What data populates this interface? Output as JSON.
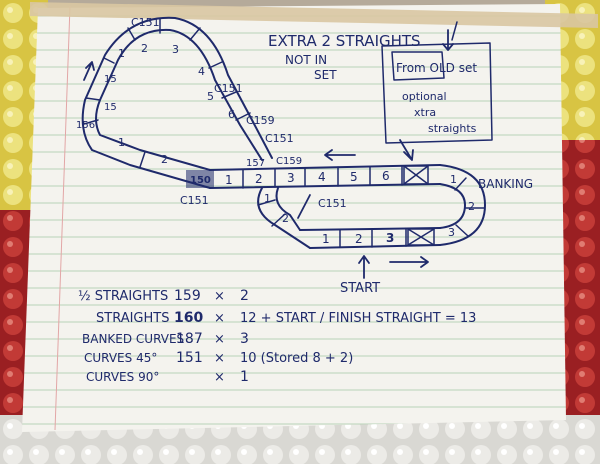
{
  "colors": {
    "background_bubble_yellow": "#e4d35a",
    "background_bubble_red": "#b32b2b",
    "carpet": "#b5aa9a",
    "paper": "#f4f3ee",
    "ink": "#1f2a6b",
    "tape": "#d9c7a2"
  },
  "note": {
    "extra_title": "EXTRA 2 STRAIGHTS",
    "not_in": "NOT IN",
    "set": "SET",
    "from_old_set": "From OLD set",
    "optional": "optional",
    "xtra": "xtra",
    "straights_small": "straights",
    "banking": "BANKING",
    "start": "START"
  },
  "track_labels": {
    "c151_a": "C151",
    "c151_b": "C151",
    "c159": "C159",
    "c151_c": "C151",
    "c151_d": "C151",
    "c159_b": "C159",
    "c151_e": "C151",
    "n156": "156",
    "n150": "150",
    "n157": "157",
    "n1": "1",
    "n2": "2",
    "n3": "3",
    "n4": "4",
    "n5": "5",
    "n6": "6",
    "left_1": "1",
    "left_2": "2",
    "top_1": "1",
    "top_2": "2",
    "top_3": "3",
    "top_4": "4",
    "top_5": "5",
    "top_6": "6",
    "bank_1": "1",
    "bank_2": "2",
    "bank_3": "3",
    "bottom_1": "1",
    "bottom_2": "2",
    "bottom_3": "3",
    "inner_1": "1",
    "inner_2": "2",
    "side_15a": "15",
    "side_15b": "15"
  },
  "parts_list": [
    {
      "name": "½ STRAIGHTS",
      "code": "159",
      "sign": "×",
      "qty": "2"
    },
    {
      "name": "STRAIGHTS",
      "code": "160",
      "sign": "×",
      "qty": "12 + START / FINISH STRAIGHT = 13"
    },
    {
      "name": "BANKED CURVES",
      "code": "187",
      "sign": "×",
      "qty": "3"
    },
    {
      "name": "CURVES 45°",
      "code": "151",
      "sign": "×",
      "qty": "10  (Stored 8 + 2)"
    },
    {
      "name": "CURVES 90°",
      "code": "",
      "sign": "×",
      "qty": "1"
    }
  ]
}
